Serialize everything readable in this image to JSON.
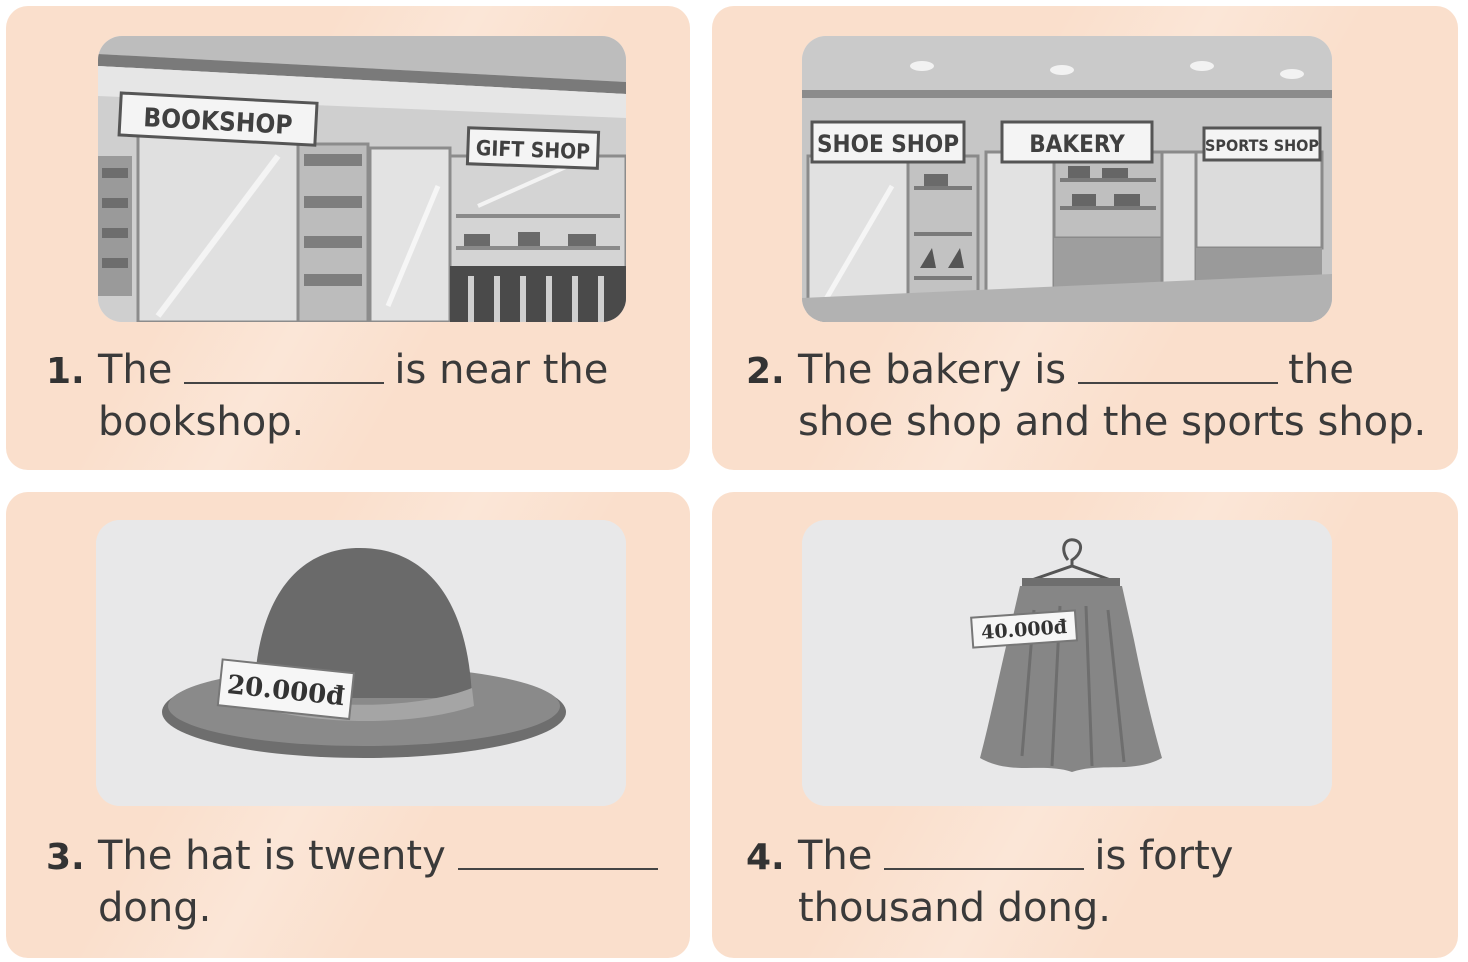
{
  "exercises": [
    {
      "number": "1.",
      "before": "The",
      "after": "is near the",
      "line2": "bookshop.",
      "image": {
        "signs": [
          "BOOKSHOP",
          "GIFT SHOP"
        ]
      }
    },
    {
      "number": "2.",
      "before": "The bakery is",
      "after": "the",
      "line2": "shoe shop and the sports shop.",
      "image": {
        "signs": [
          "SHOE SHOP",
          "BAKERY",
          "SPORTS SHOP"
        ]
      }
    },
    {
      "number": "3.",
      "before": "The hat is twenty",
      "after": "",
      "line2": "dong.",
      "image": {
        "price_tag": "20.000đ"
      }
    },
    {
      "number": "4.",
      "before": "The",
      "after": "is forty",
      "line2": "thousand dong.",
      "image": {
        "price_tag": "40.000đ"
      }
    }
  ],
  "colors": {
    "card_background": "#fadfcc",
    "picture_background": "#e9e9ea",
    "text": "#3a3a3a"
  }
}
